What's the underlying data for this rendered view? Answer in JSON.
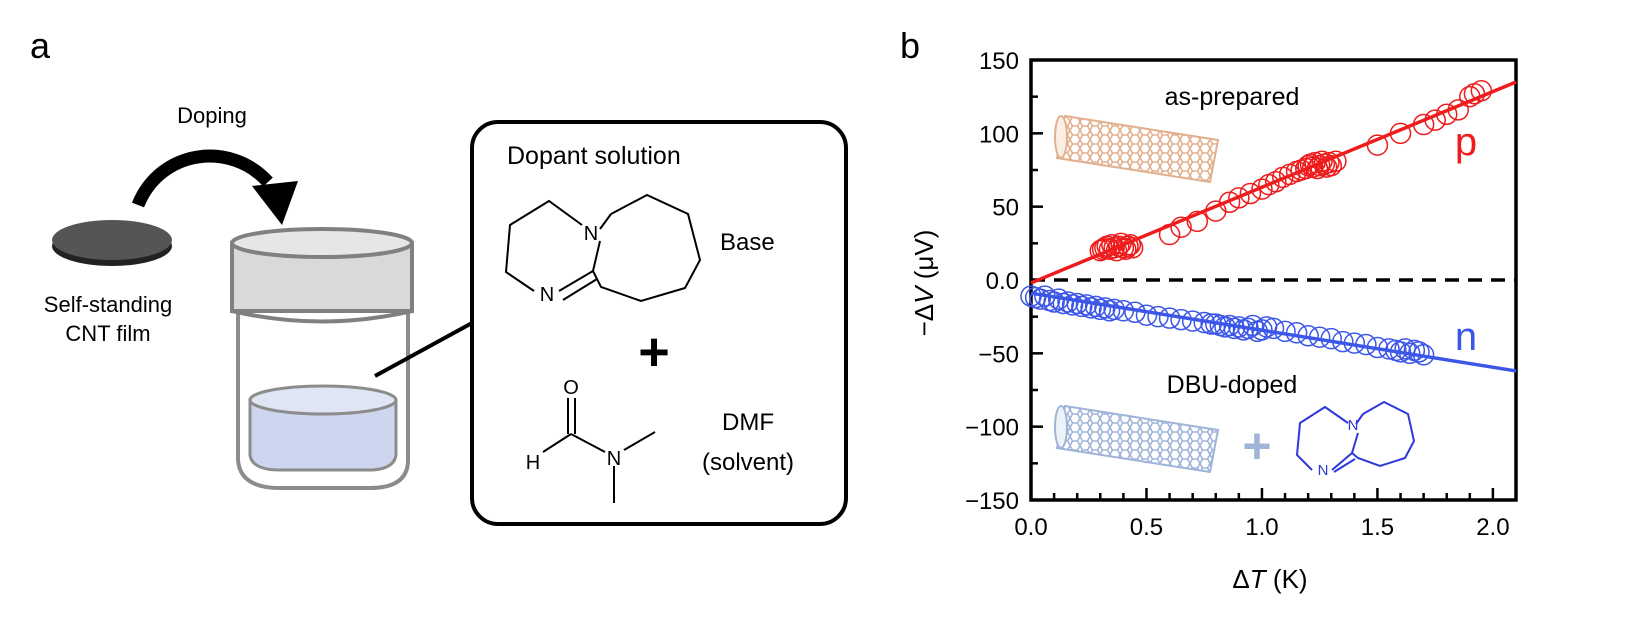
{
  "panel_a": {
    "label": "a",
    "doping_label": "Doping",
    "film_label_line1": "Self-standing",
    "film_label_line2": "CNT film",
    "box_title": "Dopant solution",
    "base_label": "Base",
    "plus": "+",
    "dmf_label": "DMF",
    "solvent_label": "(solvent)",
    "atom_N": "N",
    "atom_O": "O",
    "atom_H": "H"
  },
  "colors": {
    "p_type": "#ee1c1c",
    "n_type": "#3c56e8",
    "cnt_asprep": "#e2b08e",
    "cnt_doped": "#9fb4d8",
    "solution": "#cdd6ee",
    "vial_cap": "#d9d9d9",
    "film": "#555555"
  },
  "chart_data": {
    "type": "scatter",
    "panel_label": "b",
    "xlabel_delta": "Δ",
    "xlabel_var": "T",
    "xlabel_unit": " (K)",
    "ylabel_prefix": "−Δ",
    "ylabel_var": "V",
    "ylabel_unit": " (μV)",
    "xlim": [
      0.0,
      2.1
    ],
    "ylim": [
      -150,
      150
    ],
    "xticks": [
      "0.0",
      "0.5",
      "1.0",
      "1.5",
      "2.0"
    ],
    "xtick_values": [
      0.0,
      0.5,
      1.0,
      1.5,
      2.0
    ],
    "yticks": [
      "150",
      "100",
      "50",
      "0.0",
      "−50",
      "−100",
      "−150"
    ],
    "ytick_values": [
      150,
      100,
      50,
      0,
      -50,
      -100,
      -150
    ],
    "zero_line": "dashed",
    "annotations": {
      "as_prepared": "as-prepared",
      "p": "p",
      "dbu_doped": "DBU-doped",
      "n": "n",
      "plus": "+",
      "atom_N": "N"
    },
    "series": [
      {
        "name": "p",
        "fit": {
          "x": [
            0.0,
            2.1
          ],
          "y": [
            -2,
            135
          ]
        },
        "x": [
          0.3,
          0.31,
          0.32,
          0.33,
          0.34,
          0.35,
          0.36,
          0.37,
          0.38,
          0.39,
          0.4,
          0.41,
          0.42,
          0.43,
          0.44,
          0.6,
          0.65,
          0.72,
          0.8,
          0.86,
          0.9,
          0.95,
          1.0,
          1.03,
          1.06,
          1.09,
          1.12,
          1.15,
          1.17,
          1.19,
          1.2,
          1.21,
          1.22,
          1.23,
          1.24,
          1.25,
          1.26,
          1.27,
          1.28,
          1.29,
          1.3,
          1.32,
          1.5,
          1.6,
          1.7,
          1.75,
          1.8,
          1.85,
          1.9,
          1.92,
          1.95
        ],
        "y": [
          20,
          21,
          22,
          23,
          21,
          24,
          22,
          20,
          23,
          25,
          22,
          21,
          23,
          24,
          22,
          31,
          36,
          40,
          47,
          53,
          56,
          59,
          62,
          65,
          67,
          70,
          72,
          74,
          75,
          76,
          78,
          79,
          77,
          80,
          76,
          78,
          81,
          79,
          77,
          80,
          78,
          81,
          92,
          100,
          106,
          109,
          113,
          116,
          125,
          127,
          129
        ]
      },
      {
        "name": "n",
        "fit": {
          "x": [
            0.0,
            2.1
          ],
          "y": [
            -9,
            -62
          ]
        },
        "x": [
          0.0,
          0.02,
          0.04,
          0.06,
          0.08,
          0.1,
          0.12,
          0.14,
          0.16,
          0.18,
          0.2,
          0.22,
          0.24,
          0.26,
          0.28,
          0.3,
          0.32,
          0.34,
          0.36,
          0.4,
          0.45,
          0.5,
          0.55,
          0.6,
          0.65,
          0.7,
          0.75,
          0.78,
          0.8,
          0.82,
          0.84,
          0.86,
          0.88,
          0.9,
          0.92,
          0.94,
          0.96,
          0.98,
          1.0,
          1.02,
          1.05,
          1.1,
          1.15,
          1.2,
          1.25,
          1.3,
          1.35,
          1.4,
          1.45,
          1.5,
          1.55,
          1.58,
          1.6,
          1.62,
          1.64,
          1.66,
          1.68,
          1.7
        ],
        "y": [
          -11,
          -12,
          -13,
          -11,
          -14,
          -15,
          -13,
          -16,
          -15,
          -17,
          -16,
          -18,
          -17,
          -19,
          -18,
          -20,
          -19,
          -21,
          -20,
          -21,
          -22,
          -24,
          -25,
          -26,
          -27,
          -28,
          -29,
          -30,
          -30,
          -31,
          -32,
          -31,
          -33,
          -32,
          -34,
          -33,
          -31,
          -35,
          -34,
          -32,
          -33,
          -35,
          -36,
          -38,
          -39,
          -40,
          -42,
          -43,
          -44,
          -46,
          -47,
          -48,
          -49,
          -47,
          -50,
          -48,
          -49,
          -51
        ]
      }
    ]
  }
}
